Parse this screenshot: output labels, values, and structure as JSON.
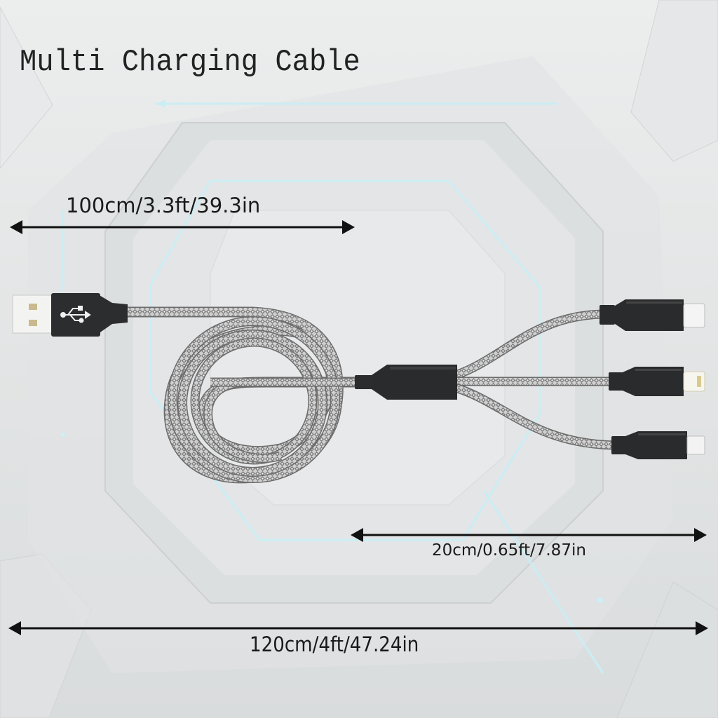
{
  "title": "Multi Charging Cable",
  "dimensions": {
    "main_cable": {
      "label": "100cm/3.3ft/39.3in"
    },
    "split_cable": {
      "label": "20cm/0.65ft/7.87in"
    },
    "total_length": {
      "label": "120cm/4ft/47.24in"
    }
  },
  "connectors": {
    "input": {
      "type": "USB-A",
      "icon": "usb-icon"
    },
    "outputs": [
      {
        "type": "USB-C"
      },
      {
        "type": "Lightning"
      },
      {
        "type": "Micro-USB"
      }
    ]
  },
  "colors": {
    "background": "#e4e6e7",
    "accent_glow": "#bfeaf2",
    "connector_body": "#2a2b2d",
    "braid": "#8c8c8c",
    "arrow": "#111111"
  }
}
